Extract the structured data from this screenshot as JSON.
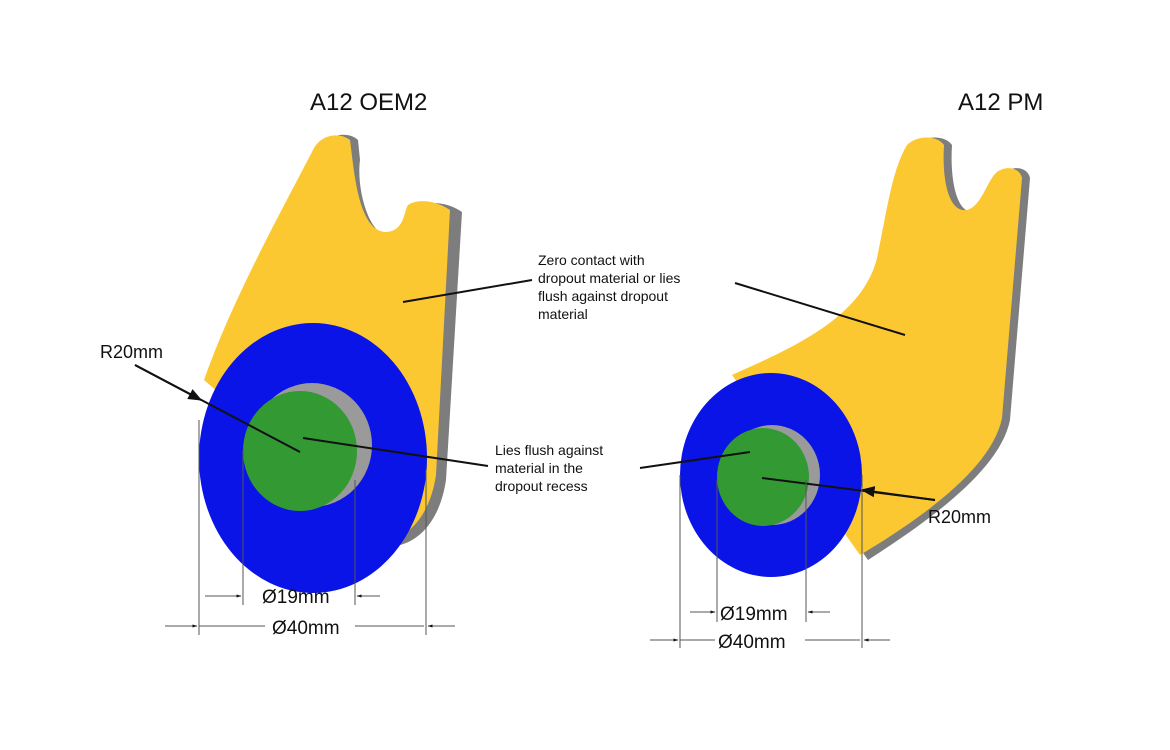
{
  "left_part": {
    "title": "A12 OEM2",
    "radius_label": "R20mm",
    "inner_diameter": "Ø19mm",
    "outer_diameter": "Ø40mm"
  },
  "right_part": {
    "title": "A12 PM",
    "radius_label": "R20mm",
    "inner_diameter": "Ø19mm",
    "outer_diameter": "Ø40mm"
  },
  "callouts": {
    "zero_contact": [
      "Zero contact with",
      "dropout material or lies",
      "flush against dropout",
      "material"
    ],
    "lies_flush": [
      "Lies flush against",
      "material in the",
      "dropout recess"
    ]
  },
  "colors": {
    "body": "#fcc832",
    "washer": "#0a14e6",
    "boss": "#339933",
    "edge": "#8a8a8a"
  }
}
